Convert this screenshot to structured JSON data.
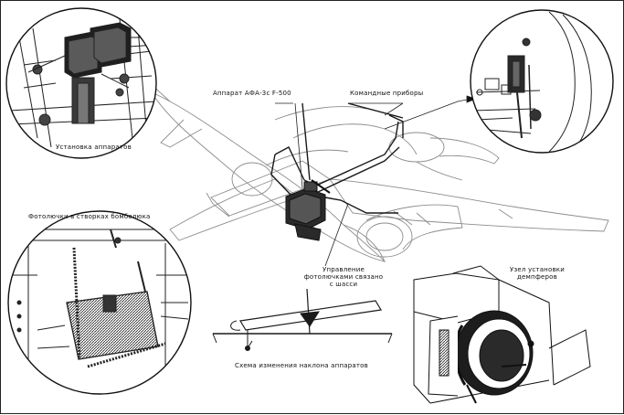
{
  "labels": {
    "camera": "Аппарат АФА-3с F-500",
    "command_devices": "Командные приборы",
    "installation": "Установка аппаратов",
    "photo_hatches": "Фотолючки в створках бомболюка",
    "hatch_control": "Управление фотолючками связано с шасси",
    "tilt_scheme": "Схема изменения наклона аппаратов",
    "damper_node": "Узел установки демпферов"
  },
  "colors": {
    "ink": "#1a1a1a",
    "paper": "#ffffff",
    "shade": "#3a3a3a",
    "light_line": "#9a9a9a"
  }
}
